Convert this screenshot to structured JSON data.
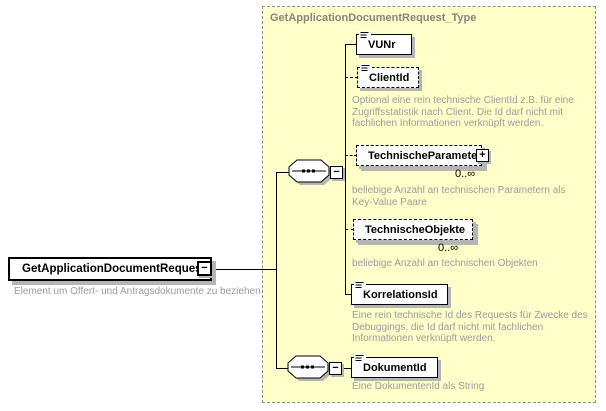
{
  "type_container": {
    "label": "GetApplicationDocumentRequest_Type"
  },
  "root_element": {
    "name": "GetApplicationDocumentRequest",
    "annotation": "Element um Offert- und Antragsdokumente zu beziehen"
  },
  "icons": {
    "collapse_glyph": "−",
    "expand_glyph": "+",
    "sequence_icon": "sequence-compositor-octagon-with-dots",
    "text_content_icon": "three-lines-text-content"
  },
  "compositors": {
    "top": "sequence",
    "bottom": "sequence"
  },
  "children": [
    {
      "name": "VUNr",
      "optional": false
    },
    {
      "name": "ClientId",
      "optional": true,
      "annotation": "Optional eine rein technische ClientId z.B. für eine Zugriffsstatistik nach Client. Die Id darf nicht mit fachlichen Informationen verknüpft werden."
    },
    {
      "name": "TechnischeParameter",
      "optional": true,
      "occurs": "0..∞",
      "annotation": "beliebige Anzahl an technischen Parametern als Key-Value Paare"
    },
    {
      "name": "TechnischeObjekte",
      "optional": true,
      "occurs": "0..∞",
      "annotation": "beliebige Anzahl an technischen Objekten"
    },
    {
      "name": "KorrelationsId",
      "optional": false,
      "annotation": "Eine rein technische Id des Requests für Zwecke des Debuggings, die Id darf nicht mit fachlichen Informationen verknüpft werden."
    },
    {
      "name": "DokumentId",
      "optional": false,
      "annotation": "Eine DokumentenId als String"
    }
  ]
}
